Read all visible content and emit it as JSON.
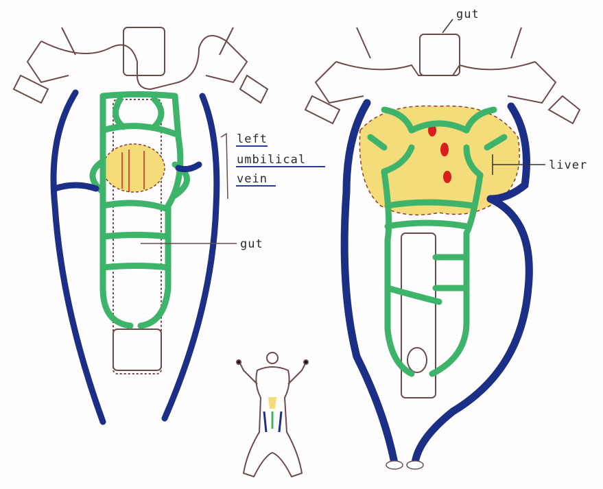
{
  "labels": {
    "gut_top": "gut",
    "left_umbilical_line1": "left",
    "left_umbilical_line2": "umbilical",
    "left_umbilical_line3": "vein",
    "gut_middle": "gut",
    "liver": "liver"
  },
  "colors": {
    "vein_blue": "#1c2f86",
    "vessel_green": "#3eb46a",
    "liver_yellow": "#f5dc7a",
    "red_spots": "#d81e1e",
    "outline": "#6b4a4a",
    "underline_blue": "#2a3a9a"
  }
}
